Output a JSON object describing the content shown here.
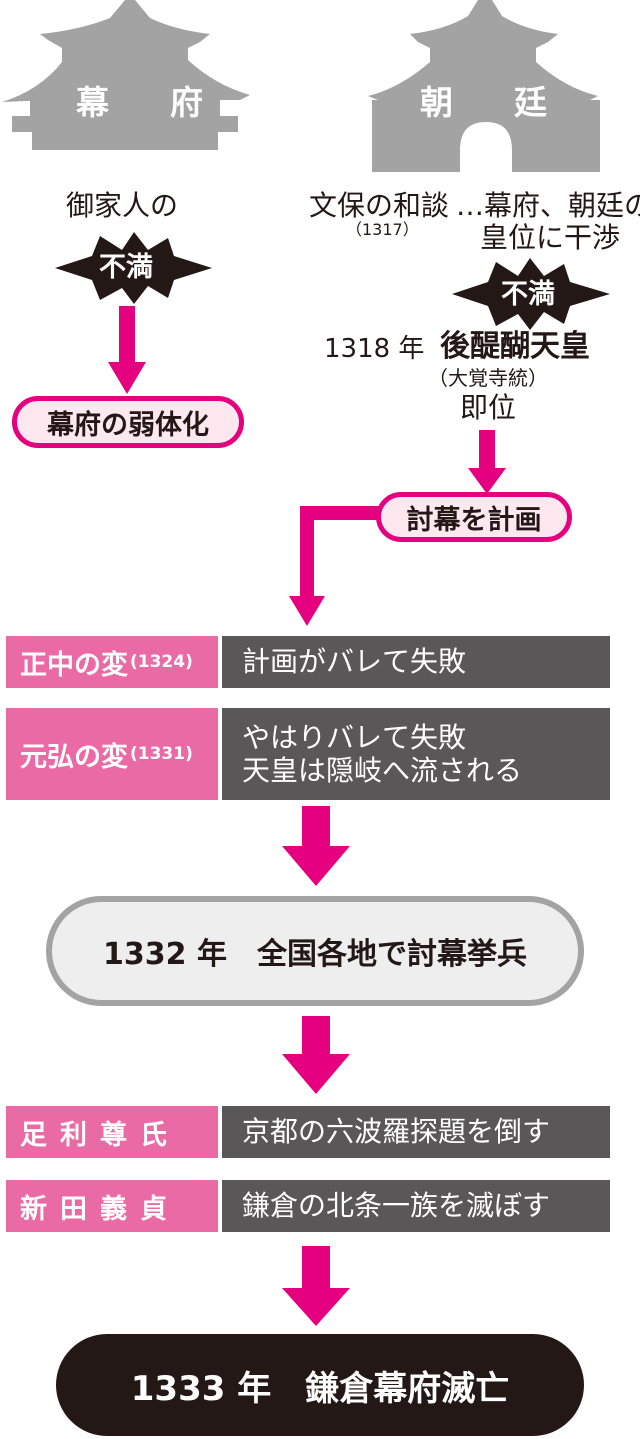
{
  "top": {
    "bakufu_label": "幕　府",
    "chotei_label": "朝　廷",
    "gokenin": "御家人の",
    "fuman_left": "不満",
    "bakufu_weak": "幕府の弱体化",
    "bunpo": "文保の和談",
    "bunpo_year": "（1317）",
    "bunpo_note_1": "…幕府、朝廷の",
    "bunpo_note_2": "皇位に干渉",
    "fuman_right": "不満",
    "year_1318": "1318 年",
    "emperor": "後醍醐天皇",
    "emperor_line": "（大覚寺統）",
    "enthroned": "即位",
    "tobaku_plan": "討幕を計画"
  },
  "events": [
    {
      "name": "正中の変",
      "year": "(1324)",
      "desc": [
        "計画がバレて失敗"
      ]
    },
    {
      "name": "元弘の変",
      "year": "(1331)",
      "desc": [
        "やはりバレて失敗",
        "天皇は隠岐へ流される"
      ]
    }
  ],
  "uprising": "1332 年　全国各地で討幕挙兵",
  "actors": [
    {
      "name": "足利尊氏",
      "desc": "京都の六波羅探題を倒す"
    },
    {
      "name": "新田義貞",
      "desc": "鎌倉の北条一族を滅ぼす"
    }
  ],
  "final": "1333 年　鎌倉幕府滅亡",
  "colors": {
    "magenta": "#e4007f",
    "pink": "#e96aa4",
    "gray": "#595757",
    "building": "#a3a3a3",
    "black": "#231815"
  }
}
